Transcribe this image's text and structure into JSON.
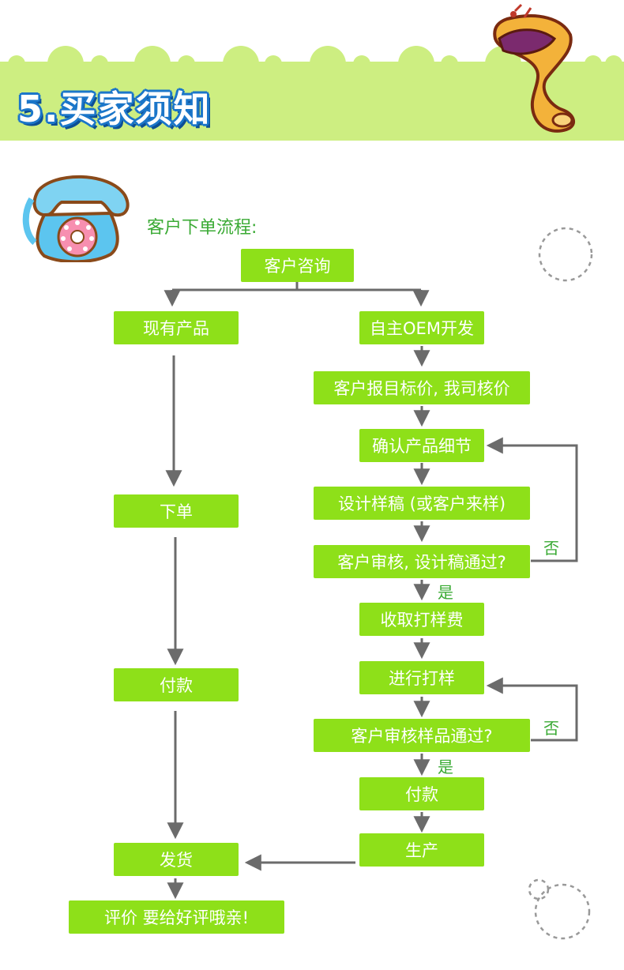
{
  "header": {
    "title_number": "5.",
    "title_text": "买家须知",
    "accent_color": "#cdee81",
    "title_outline_color": "#1b76c9"
  },
  "icons": {
    "phone": "rotary-telephone-icon",
    "horn": "saxophone-horn-icon",
    "deco": "dashed-circle-icon"
  },
  "process": {
    "label": "客户下单流程:",
    "box_color": "#8ee019",
    "start": "客户咨询",
    "left": {
      "existing_product": "现有产品",
      "order": "下单",
      "payment": "付款",
      "ship": "发货",
      "review": "评价   要给好评哦亲!"
    },
    "right": {
      "oem": "自主OEM开发",
      "quote": "客户报目标价, 我司核价",
      "confirm": "确认产品细节",
      "design": "设计样稿 (或客户来样)",
      "design_review": "客户审核, 设计稿通过?",
      "sample_fee": "收取打样费",
      "sampling": "进行打样",
      "sample_review": "客户审核样品通过?",
      "payment": "付款",
      "production": "生产"
    },
    "yes_label_1": "是",
    "no_label_1": "否",
    "yes_label_2": "是",
    "no_label_2": "否"
  }
}
